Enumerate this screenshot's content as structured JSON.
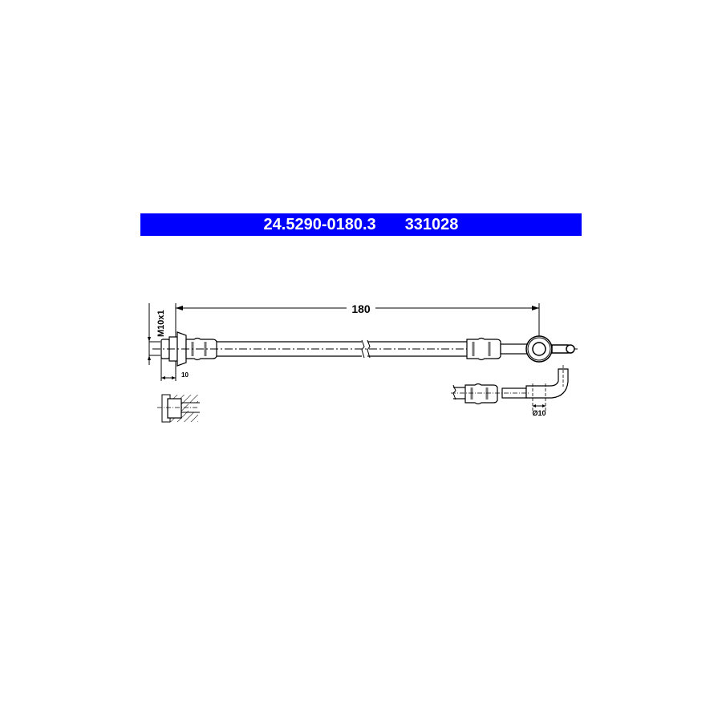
{
  "header": {
    "part_number": "24.5290-0180.3",
    "ref_number": "331028",
    "background_color": "#0000ff",
    "text_color": "#ffffff"
  },
  "drawing": {
    "length_label": "180",
    "thread_label": "M10x1",
    "thread_length_label": "10",
    "banjo_diameter_label": "Ø10",
    "line_color": "#000000"
  }
}
